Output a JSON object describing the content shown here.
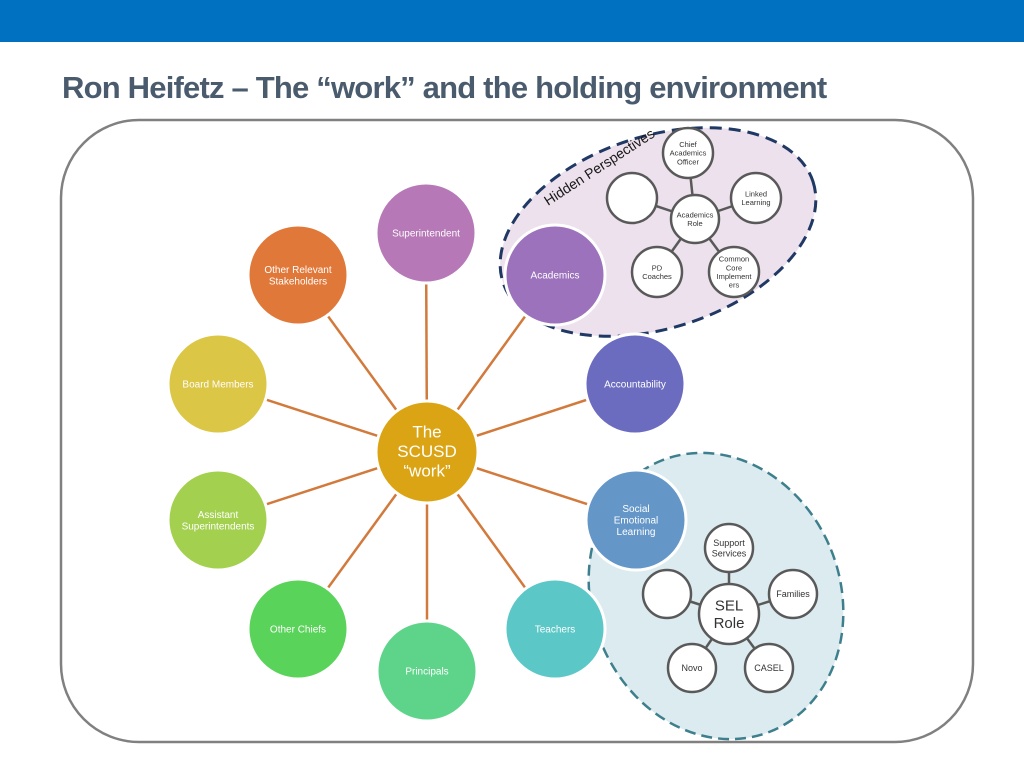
{
  "title": "Ron Heifetz – The “work” and the holding environment",
  "center": {
    "lines": [
      "The",
      "SCUSD",
      "“work”"
    ]
  },
  "spokes": [
    {
      "key": "superintendent",
      "lines": [
        "Superintendent"
      ],
      "color": "#b678b6"
    },
    {
      "key": "academics",
      "lines": [
        "Academics"
      ],
      "color": "#9b72bb"
    },
    {
      "key": "accountability",
      "lines": [
        "Accountability"
      ],
      "color": "#6b6cc0"
    },
    {
      "key": "sel",
      "lines": [
        "Social",
        "Emotional",
        "Learning"
      ],
      "color": "#6496c8"
    },
    {
      "key": "teachers",
      "lines": [
        "Teachers"
      ],
      "color": "#5cc7c7"
    },
    {
      "key": "principals",
      "lines": [
        "Principals"
      ],
      "color": "#5ed48a"
    },
    {
      "key": "other-chiefs",
      "lines": [
        "Other Chiefs"
      ],
      "color": "#5ad35a"
    },
    {
      "key": "assistant-superintendents",
      "lines": [
        "Assistant",
        "Superintendents"
      ],
      "color": "#a3d14f"
    },
    {
      "key": "board-members",
      "lines": [
        "Board Members"
      ],
      "color": "#dcc646"
    },
    {
      "key": "other-stakeholders",
      "lines": [
        "Other Relevant",
        "Stakeholders"
      ],
      "color": "#e07839"
    }
  ],
  "academics_cluster": {
    "label": "Hidden Perspectives",
    "center": [
      "Academics",
      "Role"
    ],
    "nodes": [
      {
        "key": "chief-academics-officer",
        "lines": [
          "Chief",
          "Academics",
          "Officer"
        ]
      },
      {
        "key": "linked-learning",
        "lines": [
          "Linked",
          "Learning"
        ]
      },
      {
        "key": "common-core-implementers",
        "lines": [
          "Common",
          "Core",
          "Implement",
          "ers"
        ]
      },
      {
        "key": "pd-coaches",
        "lines": [
          "PD",
          "Coaches"
        ]
      },
      {
        "key": "blank",
        "lines": []
      }
    ]
  },
  "sel_cluster": {
    "center": [
      "SEL",
      "Role"
    ],
    "nodes": [
      {
        "key": "support-services",
        "lines": [
          "Support",
          "Services"
        ]
      },
      {
        "key": "families",
        "lines": [
          "Families"
        ]
      },
      {
        "key": "casel",
        "lines": [
          "CASEL"
        ]
      },
      {
        "key": "novo",
        "lines": [
          "Novo"
        ]
      },
      {
        "key": "blank",
        "lines": []
      }
    ]
  },
  "colors": {
    "center": "#dba414",
    "connector": "#d27a3c",
    "header_band": "#0070c0",
    "academics_oval_fill": "#ece1ec",
    "academics_oval_stroke": "#1f3864",
    "sel_oval_fill": "#dcebef",
    "sel_oval_stroke": "#3d7f8c",
    "node_stroke": "#595959"
  }
}
